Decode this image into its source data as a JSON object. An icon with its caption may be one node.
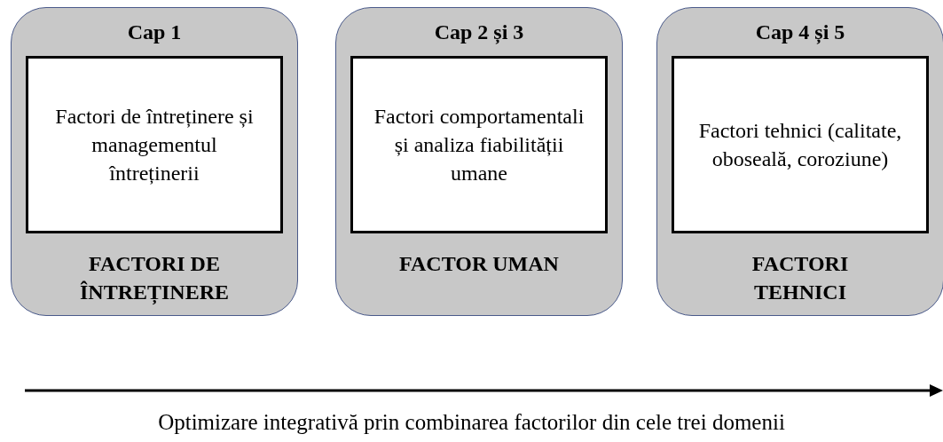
{
  "diagram": {
    "caption": "Optimizare integrativă prin combinarea factorilor din cele trei domenii",
    "nodes": [
      {
        "text": [
          "Cap 1",
          "FACTORI DE ÎNTREȚINERE"
        ]
      },
      {
        "text": [
          "Factori de întreținere și managementul întreținerii"
        ],
        "in": 0
      },
      {
        "text": [
          "Cap 2 și 3",
          "FACTOR UMAN"
        ]
      },
      {
        "text": [
          "Factori comportamentali și analiza fiabilității umane"
        ],
        "in": 2
      },
      {
        "text": [
          "Cap 4 și 5",
          "FACTORI TEHNICI"
        ]
      },
      {
        "text": [
          "Factori tehnici (calitate, oboseală, coroziune)"
        ],
        "in": 4
      }
    ]
  }
}
